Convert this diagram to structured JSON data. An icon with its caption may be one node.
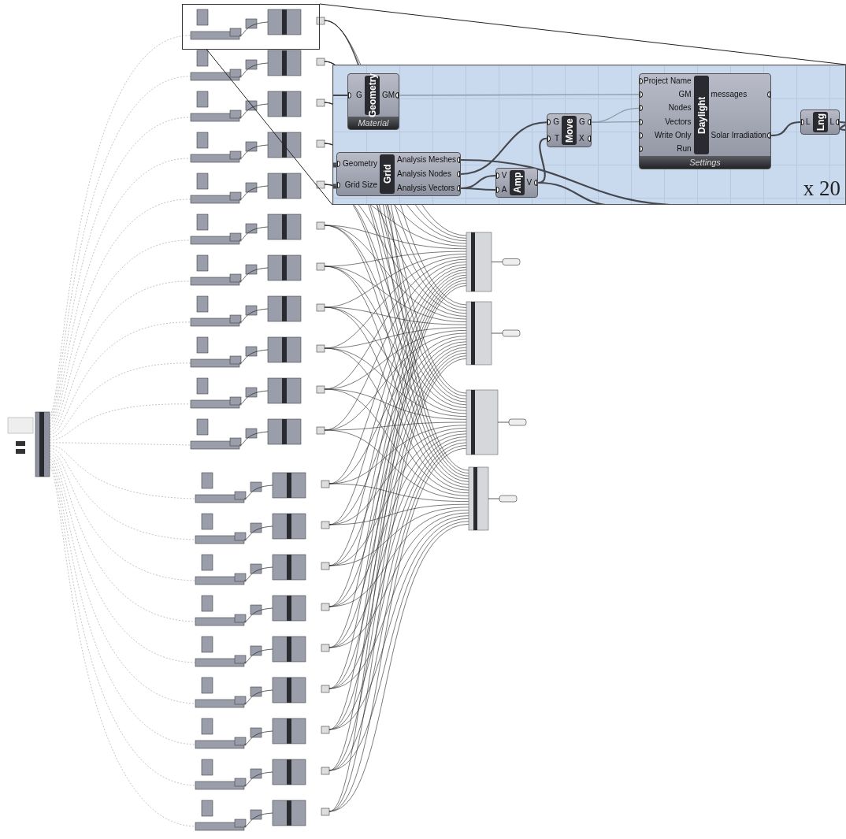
{
  "diagram": {
    "nodes": [
      {
        "text": [
          "x 20"
        ]
      },
      {
        "text": [
          "Geometry",
          "G",
          "GM",
          "Material"
        ],
        "in": 0
      },
      {
        "text": [
          "Grid",
          "Geometry",
          "Grid Size",
          "Analysis Meshes",
          "Analysis Nodes",
          "Analysis Vectors"
        ],
        "in": 0
      },
      {
        "text": [
          "Amp",
          "V",
          "A",
          "V"
        ],
        "in": 0
      },
      {
        "text": [
          "Move",
          "G",
          "T",
          "G",
          "X"
        ],
        "in": 0
      },
      {
        "text": [
          "Daylight",
          "Project Name",
          "GM",
          "Nodes",
          "Vectors",
          "Write Only",
          "Run",
          "messages",
          "Solar Irradiation",
          "Settings"
        ],
        "in": 0
      },
      {
        "text": [
          "Lng",
          "L",
          "L"
        ],
        "in": 0
      },
      {
        "text": [],
        "shape": "box"
      }
    ],
    "edges": [
      {
        "from": null,
        "to": 1,
        "arrow": "none"
      },
      {
        "from": null,
        "to": 2,
        "arrow": "none"
      },
      {
        "from": null,
        "to": 2,
        "arrow": "none"
      },
      {
        "from": 1,
        "to": 5,
        "arrow": "none",
        "color": "#8e9aab"
      },
      {
        "from": 2,
        "to": 4,
        "arrow": "none"
      },
      {
        "from": 2,
        "to": 3,
        "arrow": "none"
      },
      {
        "from": 2,
        "to": 3,
        "arrow": "none"
      },
      {
        "from": 3,
        "to": 4,
        "arrow": "none"
      },
      {
        "from": 4,
        "to": 5,
        "arrow": "none",
        "color": "#8e9aab"
      },
      {
        "from": 4,
        "to": 5,
        "arrow": "none",
        "color": "#8e9aab"
      },
      {
        "from": 5,
        "to": 6,
        "arrow": "none"
      },
      {
        "from": 6,
        "to": null,
        "arrow": "none"
      },
      {
        "from": 2,
        "to": null,
        "arrow": "none"
      },
      {
        "from": 3,
        "to": null,
        "arrow": "none"
      },
      {
        "from": 7,
        "to": 0,
        "arrow": "none",
        "color": "#222222"
      },
      {
        "from": 7,
        "to": 0,
        "arrow": "none",
        "color": "#222222"
      }
    ]
  }
}
